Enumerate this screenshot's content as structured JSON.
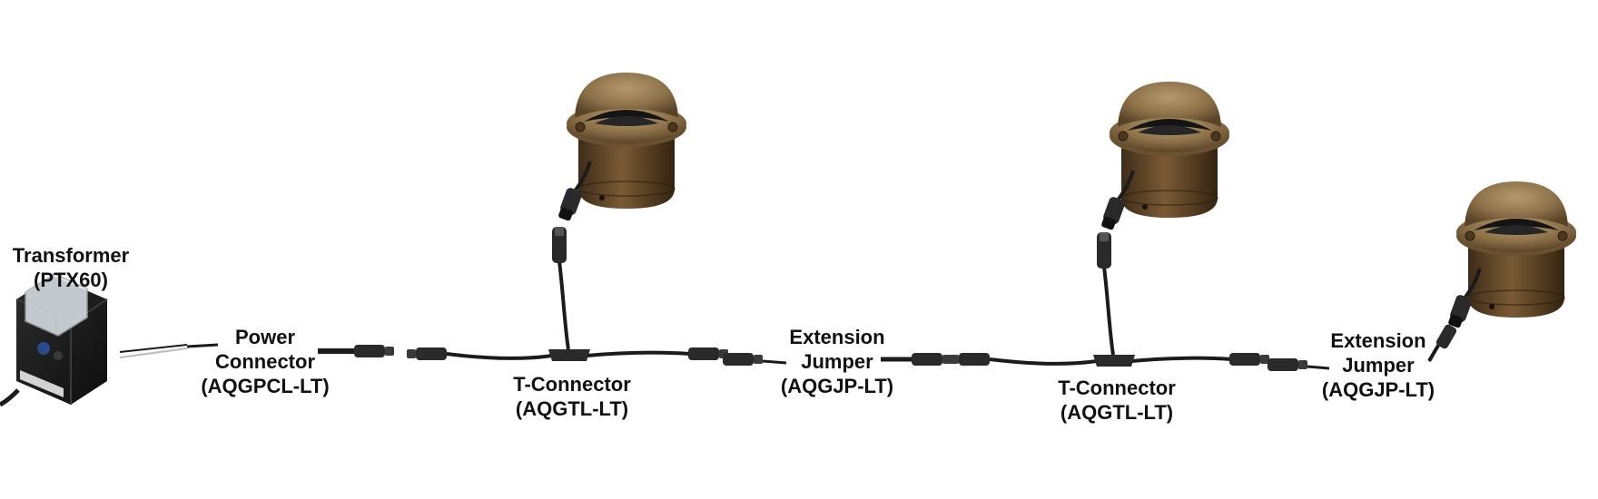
{
  "components": [
    {
      "id": "transformer",
      "name": "Transformer",
      "part": "(PTX60)"
    },
    {
      "id": "power-connector",
      "name_lines": [
        "Power",
        "Connector"
      ],
      "part": "(AQGPCL-LT)"
    },
    {
      "id": "t-connector-1",
      "name": "T-Connector",
      "part": "(AQGTL-LT)"
    },
    {
      "id": "extension-jumper-1",
      "name_lines": [
        "Extension",
        "Jumper"
      ],
      "part": "(AQGJP-LT)"
    },
    {
      "id": "t-connector-2",
      "name": "T-Connector",
      "part": "(AQGTL-LT)"
    },
    {
      "id": "extension-jumper-2",
      "name_lines": [
        "Extension",
        "Jumper"
      ],
      "part": "(AQGJP-LT)"
    }
  ],
  "colors": {
    "cable": "#1b1b1b",
    "connector": "#2a2a2a",
    "brass": "#8a6e46",
    "brass_dark": "#4e3a22",
    "transformer_body": "#1e1e1e",
    "transformer_cover": "#dfe6ea"
  },
  "icons": [
    "transformer-icon",
    "well-light-icon",
    "connector-icon",
    "cable-icon"
  ]
}
